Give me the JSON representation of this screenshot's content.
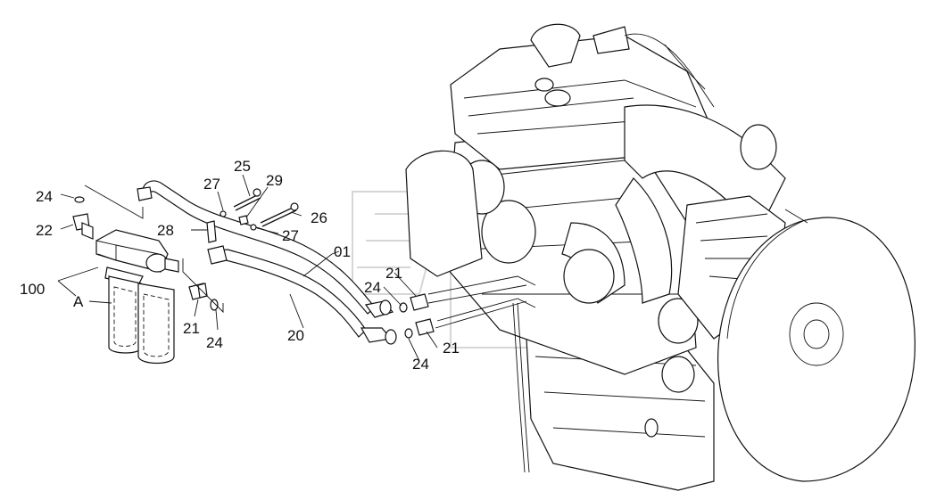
{
  "callouts": {
    "c24_top": "24",
    "c22": "22",
    "c100": "100",
    "cA": "A",
    "c21_left": "21",
    "c24_left": "24",
    "c27_top": "27",
    "c25": "25",
    "c29": "29",
    "c26": "26",
    "c27_mid": "27",
    "c28": "28",
    "c20": "20",
    "c01": "01",
    "c21_mid": "21",
    "c24_mid": "24",
    "c21_low": "21",
    "c24_low": "24"
  }
}
